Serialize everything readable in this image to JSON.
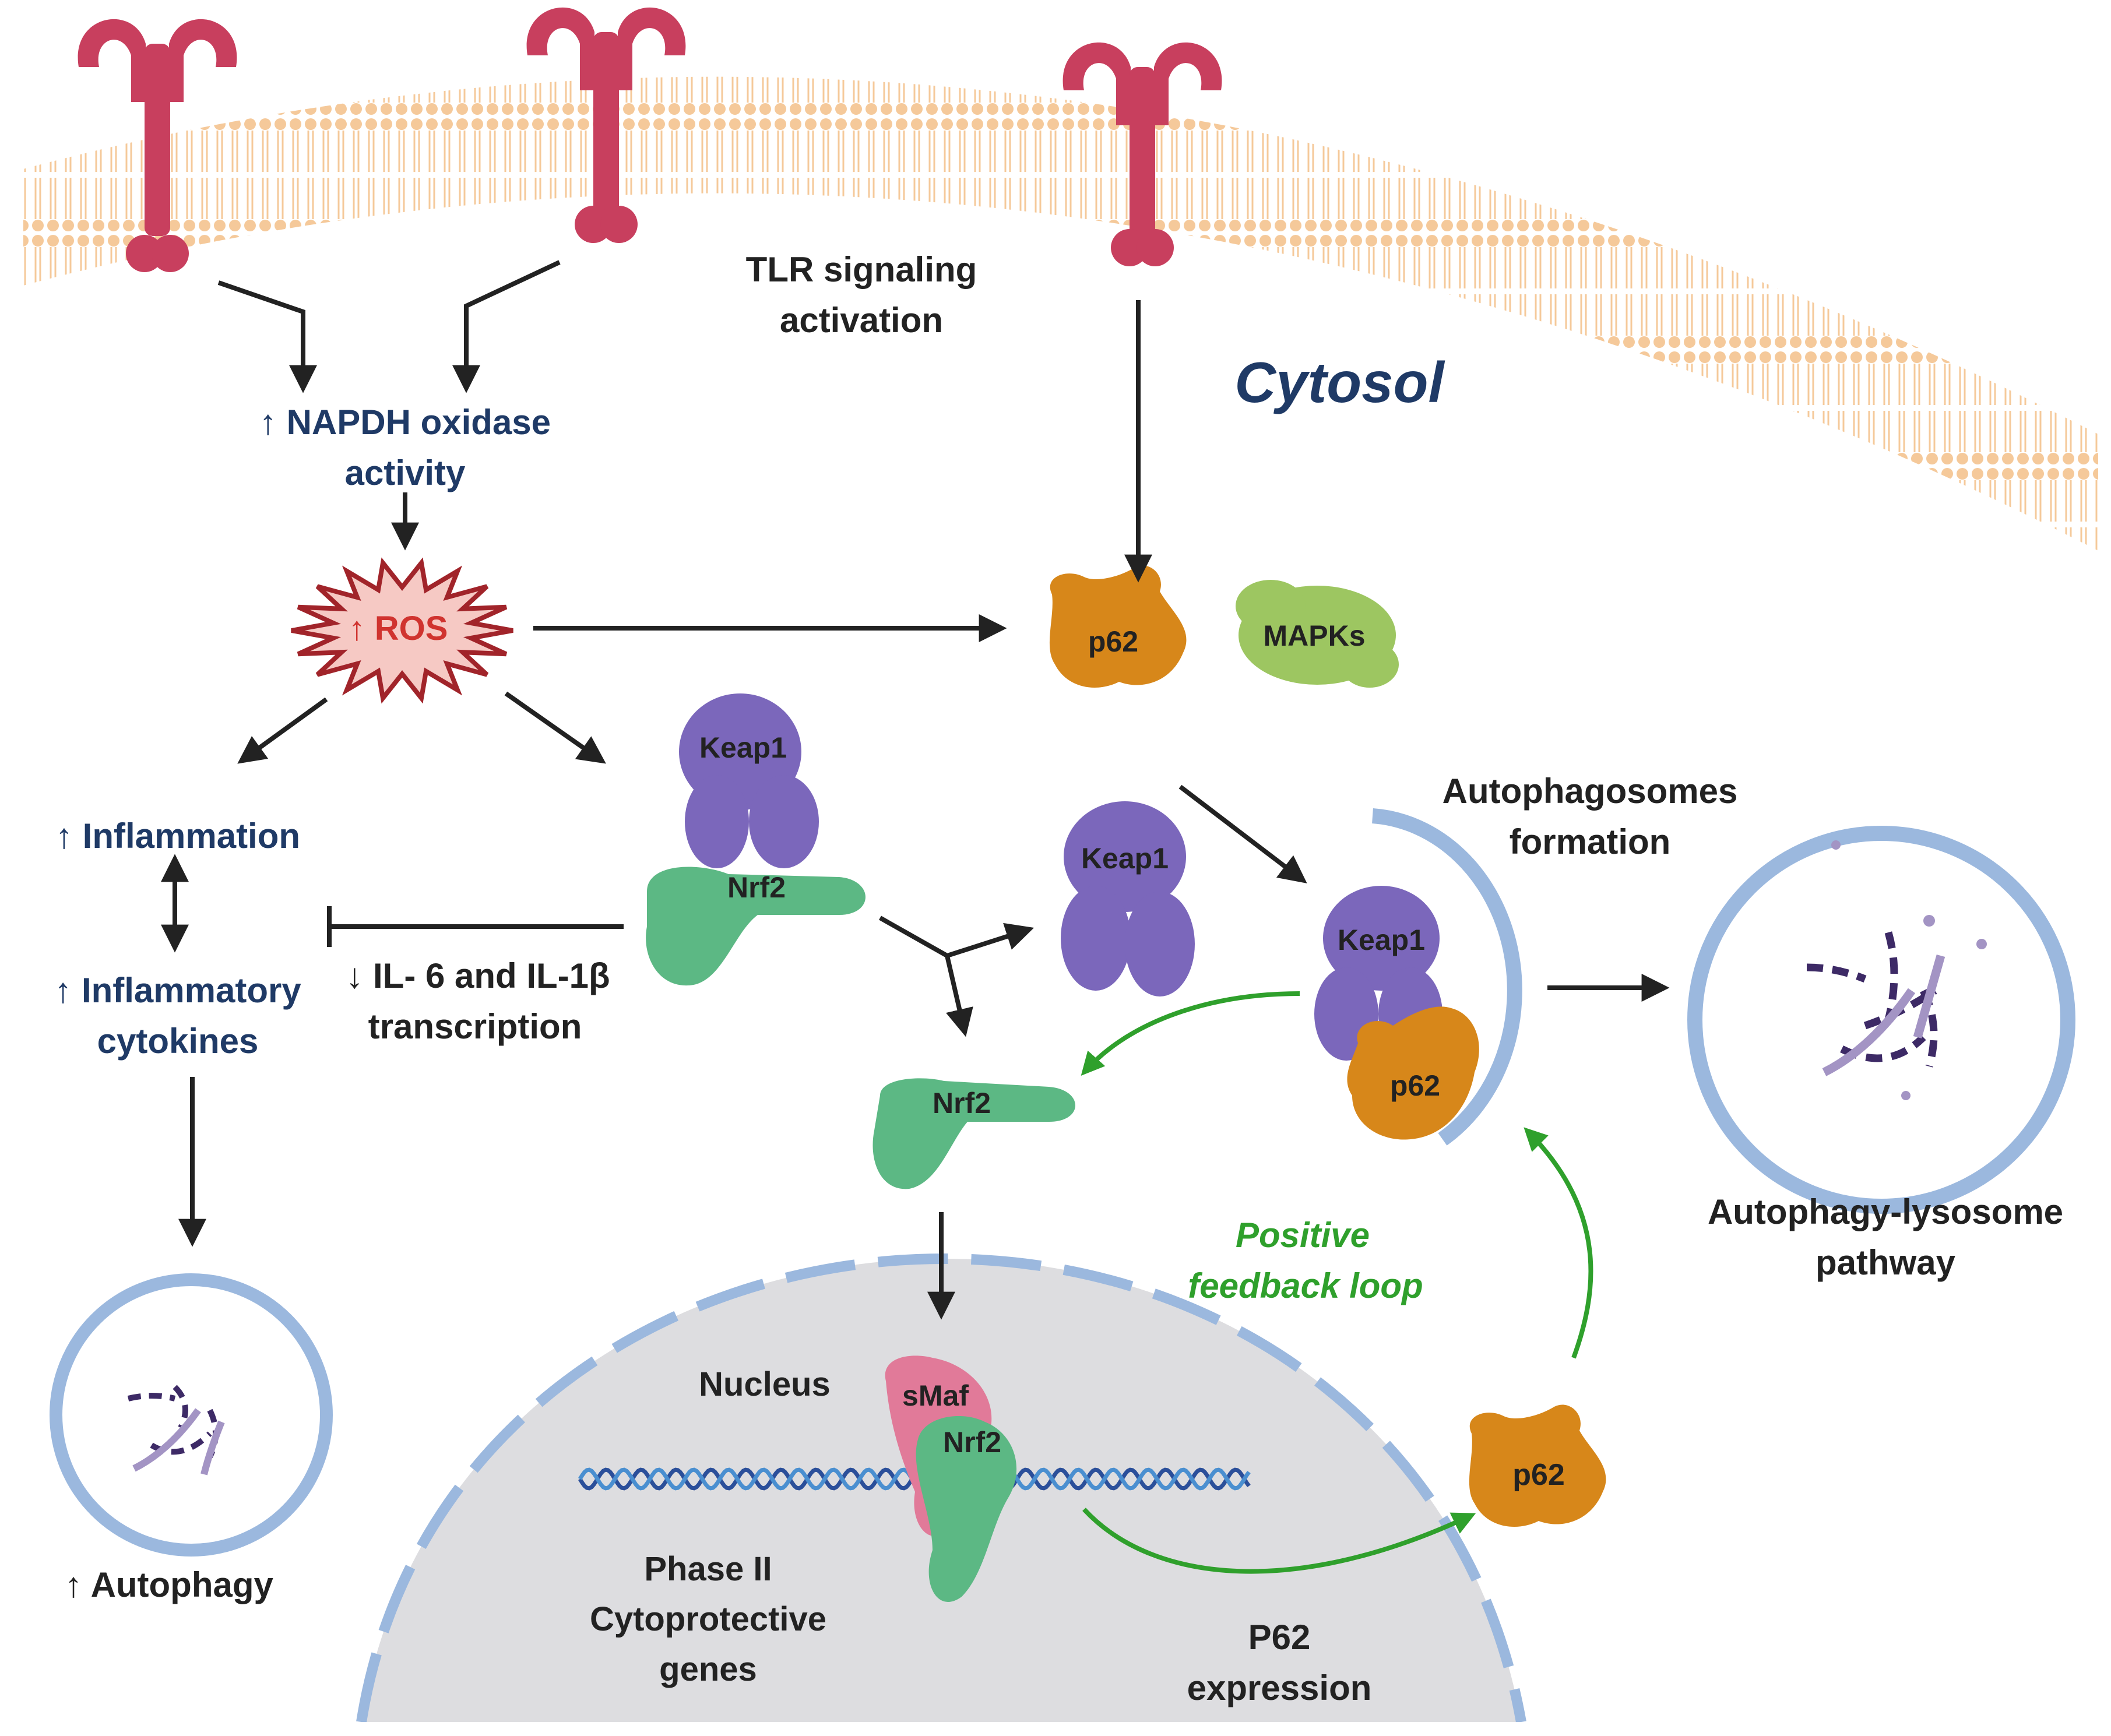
{
  "labels": {
    "tlr_line1": "TLR signaling",
    "tlr_line2": "activation",
    "cytosol": "Cytosol",
    "napdh_line1": "↑ NAPDH oxidase",
    "napdh_line2": "activity",
    "ros": "↑ ROS",
    "p62_top": "p62",
    "mapks": "MAPKs",
    "keap1_a": "Keap1",
    "nrf2_a": "Nrf2",
    "keap1_b": "Keap1",
    "keap1_c": "Keap1",
    "p62_auto": "p62",
    "nrf2_b": "Nrf2",
    "inflammation": "↑ Inflammation",
    "cytokines_line1": "↑ Inflammatory",
    "cytokines_line2": "cytokines",
    "il_line1": "↓ IL- 6  and IL-1β",
    "il_line2": "transcription",
    "autophagosome_line1": "Autophagosomes",
    "autophagosome_line2": "formation",
    "lysosome_line1": "Autophagy-lysosome",
    "lysosome_line2": "pathway",
    "feedback_line1": "Positive",
    "feedback_line2": "feedback loop",
    "nucleus": "Nucleus",
    "smaf": "sMaf",
    "nrf2_nuc": "Nrf2",
    "phase_line1": "Phase II",
    "phase_line2": "Cytoprotective",
    "phase_line3": "genes",
    "p62_expr_line1": "P62",
    "p62_expr_line2": "expression",
    "p62_bottom": "p62",
    "autophagy": "↑ Autophagy"
  },
  "colors": {
    "navy_text": "#1f3a66",
    "ros_text": "#d0332f",
    "ros_fill": "#f6c9c4",
    "ros_stroke": "#a1242a",
    "green_arrow": "#2fa02c",
    "membrane": "#f5c99a",
    "receptor": "#c83f5e",
    "p62": "#d7871a",
    "mapks": "#9dc661",
    "keap1": "#7b67bb",
    "nrf2": "#5cb884",
    "smaf": "#e17a99",
    "nucleus_fill": "#dddde0",
    "vesicle": "#9bb8de"
  }
}
